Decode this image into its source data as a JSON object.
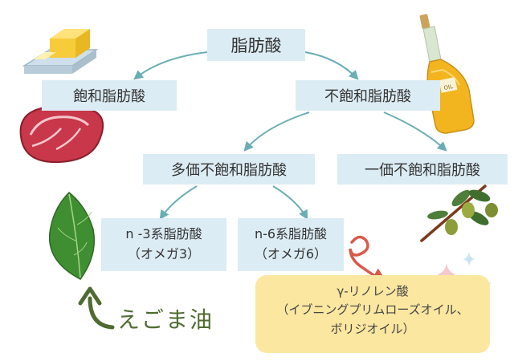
{
  "diagram": {
    "root": "脂肪酸",
    "saturated": "飽和脂肪酸",
    "unsaturated": "不飽和脂肪酸",
    "polyunsaturated": "多価不飽和脂肪酸",
    "monounsaturated": "一価不飽和脂肪酸",
    "n3": {
      "line1": "n -3系脂肪酸",
      "line2": "（オメガ3）"
    },
    "n6": {
      "line1": "n-6系脂肪酸",
      "line2": "（オメガ6）"
    },
    "gla": {
      "line1": "γ-リノレン酸",
      "line2": "（イブニングプリムローズオイル、",
      "line3": "ボリジオイル）"
    },
    "egoma": "えごま油"
  },
  "colors": {
    "box": "#dcecf4",
    "arrow": "#6aaeb5",
    "callout": "#fbe7a0",
    "accent_arrow": "#d9594a",
    "leaf": "#4e9a3a"
  },
  "icons": [
    "butter-icon",
    "steak-icon",
    "oil-bottle-icon",
    "olive-branch-icon",
    "perilla-leaf-icon",
    "sparkle-icon"
  ]
}
